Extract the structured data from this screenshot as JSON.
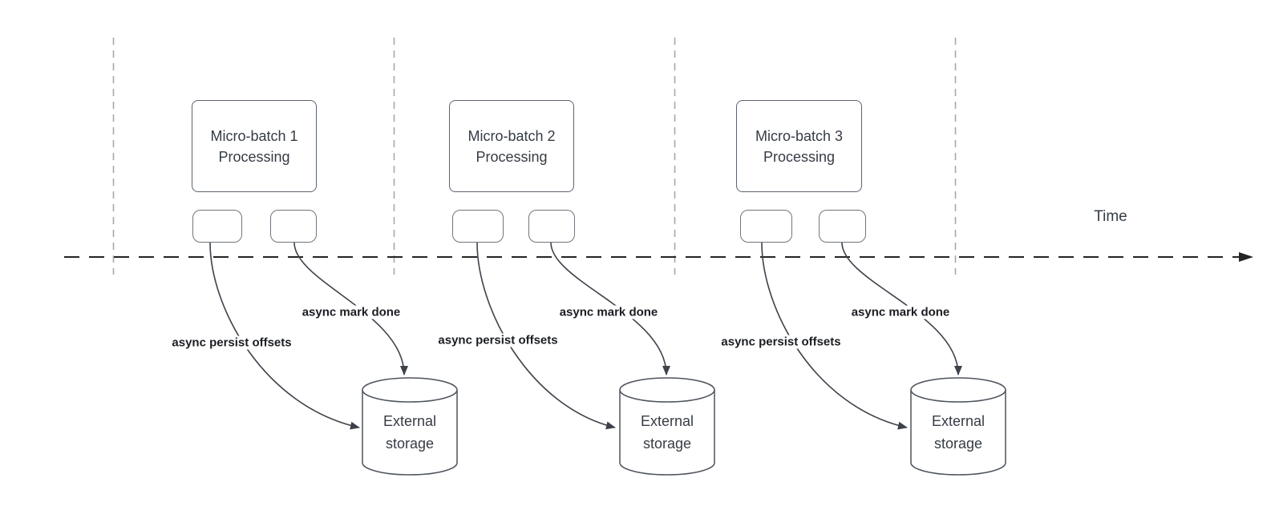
{
  "timeline": {
    "label": "Time"
  },
  "batches": [
    {
      "title": "Micro-batch 1\nProcessing",
      "persist_label": "async persist offsets",
      "mark_label": "async mark done",
      "storage_label": "External\nstorage"
    },
    {
      "title": "Micro-batch 2\nProcessing",
      "persist_label": "async persist offsets",
      "mark_label": "async mark done",
      "storage_label": "External\nstorage"
    },
    {
      "title": "Micro-batch 3\nProcessing",
      "persist_label": "async persist offsets",
      "mark_label": "async mark done",
      "storage_label": "External\nstorage"
    }
  ],
  "colors": {
    "lane_divider": "#a8a8a8",
    "timeline": "#242424",
    "arrow": "#3d424a",
    "box_border": "#5c636d",
    "small_box_border": "#71757c",
    "cylinder_stroke": "#4d535c",
    "text": "#363c45",
    "label_text": "#1a1d22"
  }
}
